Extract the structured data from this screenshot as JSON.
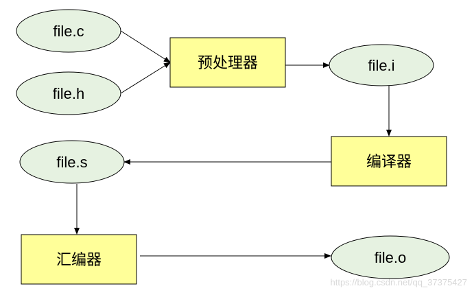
{
  "nodes": {
    "file_c": "file.c",
    "file_h": "file.h",
    "preprocessor": "预处理器",
    "file_i": "file.i",
    "compiler": "编译器",
    "file_s": "file.s",
    "assembler": "汇编器",
    "file_o": "file.o"
  },
  "watermark": "https://blog.csdn.net/qq_37375427",
  "colors": {
    "ellipse_fill": "#e6f2e1",
    "box_fill": "#ffff99",
    "stroke": "#000000"
  }
}
